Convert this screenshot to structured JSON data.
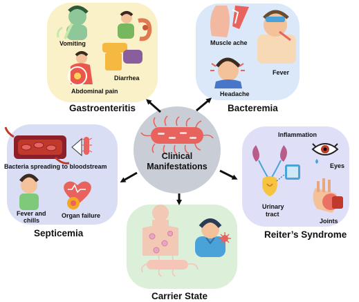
{
  "center": {
    "line1": "Clinical",
    "line2": "Manifestations"
  },
  "gastroenteritis": {
    "title": "Gastroenteritis",
    "labels": {
      "vomiting": "Vomiting",
      "diarrhea": "Diarrhea",
      "abdominal_pain": "Abdominal pain"
    }
  },
  "bacteremia": {
    "title": "Bacteremia",
    "labels": {
      "muscle_ache": "Muscle ache",
      "fever": "Fever",
      "headache": "Headache"
    }
  },
  "septicemia": {
    "title": "Septicemia",
    "labels": {
      "bacteria_spreading": "Bacteria spreading to bloodstream",
      "fever_chills_1": "Fever and",
      "fever_chills_2": "chills",
      "organ_failure": "Organ failure"
    }
  },
  "reiters": {
    "title": "Reiter’s Syndrome",
    "labels": {
      "inflammation": "Inflammation",
      "eyes": "Eyes",
      "urinary_1": "Urinary",
      "urinary_2": "tract",
      "joints": "Joints"
    }
  },
  "carrier": {
    "title": "Carrier State"
  },
  "colors": {
    "gastro_bg": "#fbf1c8",
    "bacteremia_bg": "#dbe8f9",
    "septicemia_bg": "#d9def5",
    "reiters_bg": "#dfe0f7",
    "carrier_bg": "#dcefd8",
    "center_bg": "#c9cdd6",
    "bacterium": "#e8635d",
    "arrow": "#111111"
  }
}
